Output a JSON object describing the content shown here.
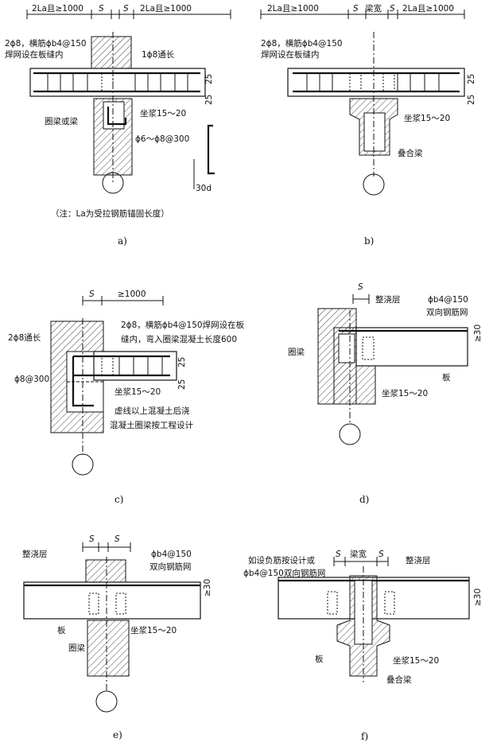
{
  "panels": {
    "a": {
      "caption": "a)",
      "dim_left": "2La且≥1000",
      "dim_s1": "S",
      "dim_s2": "S",
      "dim_right": "2La且≥1000",
      "lbl_rebar": "2ϕ8，横筋ϕb4@150",
      "lbl_weld": "焊网设在板缝内",
      "lbl_through": "1ϕ8通长",
      "lbl_25a": "25",
      "lbl_25b": "25",
      "lbl_ring": "圈梁或梁",
      "lbl_mortar": "坐浆15～20",
      "lbl_stirrup": "ϕ6～ϕ8@300",
      "lbl_30d": "30d",
      "note": "（注：La为受拉钢筋锚固长度）"
    },
    "b": {
      "caption": "b)",
      "dim_left": "2La且≥1000",
      "dim_s1": "S",
      "dim_mid": "梁宽",
      "dim_s2": "S",
      "dim_right": "2La且≥1000",
      "lbl_rebar": "2ϕ8，横筋ϕb4@150",
      "lbl_weld": "焊网设在板缝内",
      "lbl_25a": "25",
      "lbl_25b": "25",
      "lbl_mortar": "坐浆15～20",
      "lbl_beam": "叠合梁"
    },
    "c": {
      "caption": "c)",
      "dim_s": "S",
      "dim_len": "≥1000",
      "lbl_rebar1": "2ϕ8，横筋ϕb4@150焊网设在板",
      "lbl_rebar2": "缝内，弯入圈梁混凝土长度600",
      "lbl_through": "2ϕ8通长",
      "lbl_stirrup": "ϕ8@300",
      "lbl_25a": "25",
      "lbl_25b": "25",
      "lbl_mortar": "坐浆15～20",
      "lbl_note1": "虚线以上混凝土后浇",
      "lbl_note2": "混凝土圈梁按工程设计"
    },
    "d": {
      "caption": "d)",
      "dim_s": "S",
      "lbl_topping": "整浇层",
      "lbl_mesh_spec": "ϕb4@150",
      "lbl_mesh": "双向钢筋网",
      "lbl_ring": "圈梁",
      "lbl_30": "≥30",
      "lbl_slab": "板",
      "lbl_mortar": "坐浆15～20"
    },
    "e": {
      "caption": "e)",
      "dim_s1": "S",
      "dim_s2": "S",
      "lbl_topping": "整浇层",
      "lbl_mesh_spec": "ϕb4@150",
      "lbl_mesh": "双向钢筋网",
      "lbl_30": "≥30",
      "lbl_slab": "板",
      "lbl_ring": "圈梁",
      "lbl_mortar": "坐浆15～20"
    },
    "f": {
      "caption": "f)",
      "dim_s1": "S",
      "dim_mid": "梁宽",
      "dim_s2": "S",
      "lbl_neg1": "如设负筋按设计或",
      "lbl_neg2": "ϕb4@150双向钢筋网",
      "lbl_topping": "整浇层",
      "lbl_30": "≥30",
      "lbl_slab": "板",
      "lbl_mortar": "坐浆15～20",
      "lbl_beam": "叠合梁"
    }
  }
}
